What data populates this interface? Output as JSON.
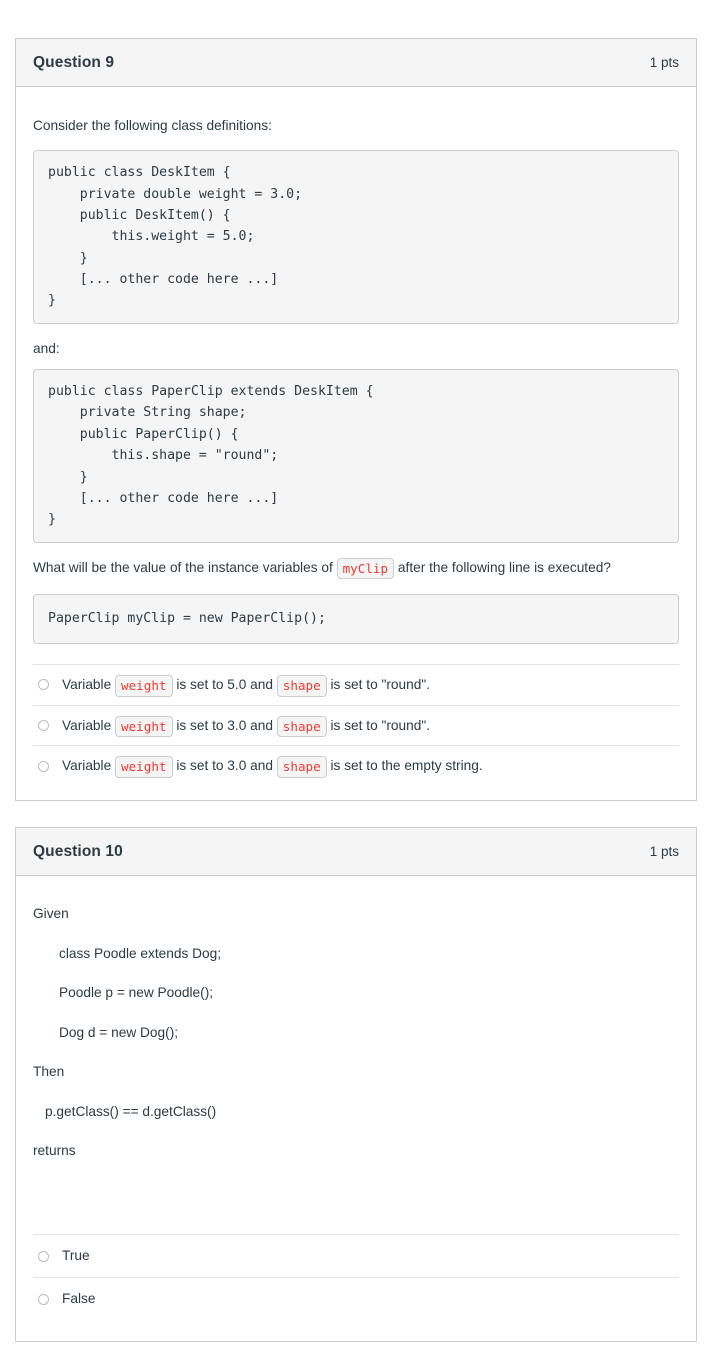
{
  "theme": {
    "card_border": "#c7cdd1",
    "header_bg": "#f5f5f5",
    "text": "#2d3b45",
    "code_red": "#ee3b2f",
    "divider": "#dfe3e6"
  },
  "questions": [
    {
      "title": "Question 9",
      "points": "1 pts",
      "intro": "Consider the following class definitions:",
      "code_1": "public class DeskItem {\n    private double weight = 3.0;\n    public DeskItem() {\n        this.weight = 5.0;\n    }\n    [... other code here ...]\n}",
      "and_label": "and:",
      "code_2": "public class PaperClip extends DeskItem {\n    private String shape;\n    public PaperClip() {\n        this.shape = \"round\";\n    }\n    [... other code here ...]\n}",
      "prompt_part_1": "What will be the value of the instance variables of",
      "prompt_inline_code": "myClip",
      "prompt_part_2": "after the following line is executed?",
      "code_3": "PaperClip myClip = new PaperClip();",
      "answers": [
        {
          "seg_1": "Variable",
          "code_1": "weight",
          "seg_2": "is set to 5.0 and",
          "code_2": "shape",
          "seg_3": "is set to \"round\"."
        },
        {
          "seg_1": "Variable",
          "code_1": "weight",
          "seg_2": "is set to 3.0 and",
          "code_2": "shape",
          "seg_3": "is set to \"round\"."
        },
        {
          "seg_1": "Variable",
          "code_1": "weight",
          "seg_2": "is set to 3.0 and",
          "code_2": "shape",
          "seg_3": "is set to the empty string."
        }
      ]
    },
    {
      "title": "Question 10",
      "points": "1 pts",
      "lines": [
        {
          "text": "Given",
          "indent": 0
        },
        {
          "text": "class Poodle extends Dog;",
          "indent": 1
        },
        {
          "text": "Poodle p = new Poodle();",
          "indent": 1
        },
        {
          "text": "Dog d = new Dog();",
          "indent": 1
        },
        {
          "text": "Then",
          "indent": 0
        },
        {
          "text": "p.getClass() == d.getClass()",
          "indent": 2
        },
        {
          "text": "returns",
          "indent": 0
        }
      ],
      "answers": [
        {
          "label": "True"
        },
        {
          "label": "False"
        }
      ]
    }
  ]
}
